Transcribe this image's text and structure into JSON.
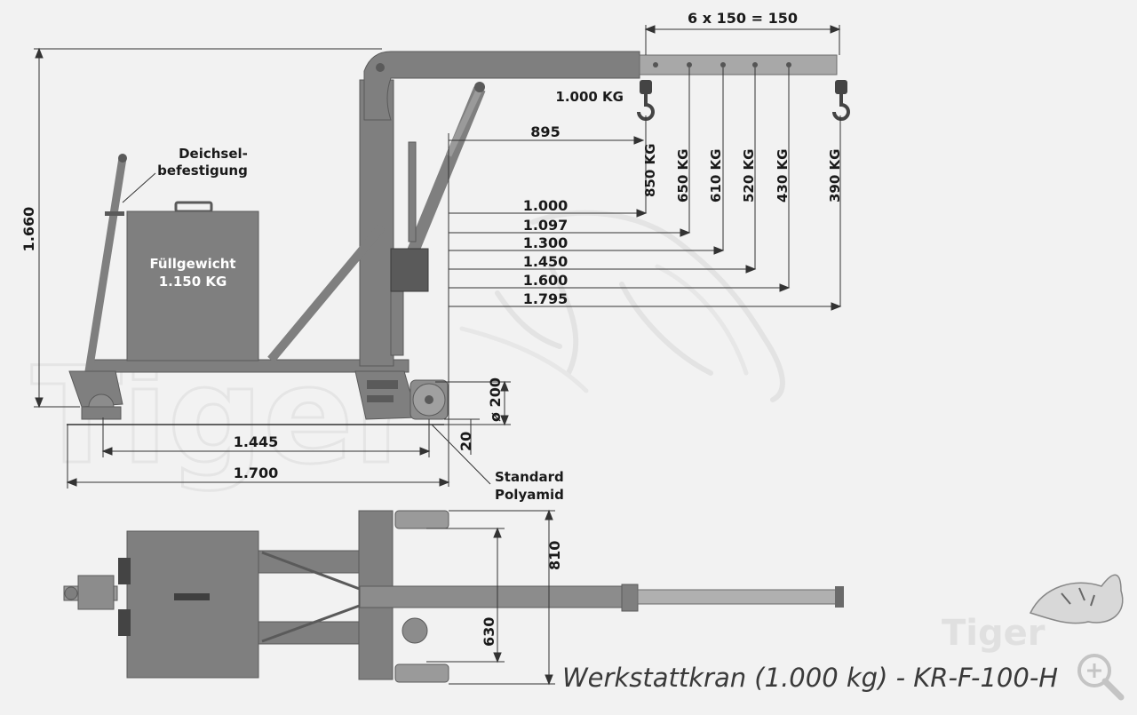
{
  "title": "Werkstattkran (1.000 kg) - KR-F-100-H",
  "brand": "Tiger",
  "colors": {
    "background": "#f2f2f2",
    "machine": "#7f7f7f",
    "machine_dark": "#5a5a5a",
    "dimension_line": "#333333",
    "text": "#1a1a1a"
  },
  "side_view": {
    "overall_height": "1.660",
    "boom_division": "6 x 150 = 150",
    "max_load": "1.000 KG",
    "hook_offset": "895",
    "counterweight_label": "Füllgewicht",
    "counterweight_value": "1.150 KG",
    "drawbar_label_line1": "Deichsel-",
    "drawbar_label_line2": "befestigung",
    "capacities": [
      "850 KG",
      "650 KG",
      "610 KG",
      "520 KG",
      "430 KG",
      "390 KG"
    ],
    "reach_dims": [
      "1.000",
      "1.097",
      "1.300",
      "1.450",
      "1.600",
      "1.795"
    ],
    "wheel_diameter": "ø 200",
    "ground_clearance": "20",
    "wheelbase": "1.445",
    "overall_length": "1.700",
    "wheel_type_line1": "Standard",
    "wheel_type_line2": "Polyamid"
  },
  "top_view": {
    "outer_width": "810",
    "inner_width": "630"
  },
  "icons": {
    "zoom": "zoom-in-icon",
    "logo": "tiger-logo-icon"
  }
}
